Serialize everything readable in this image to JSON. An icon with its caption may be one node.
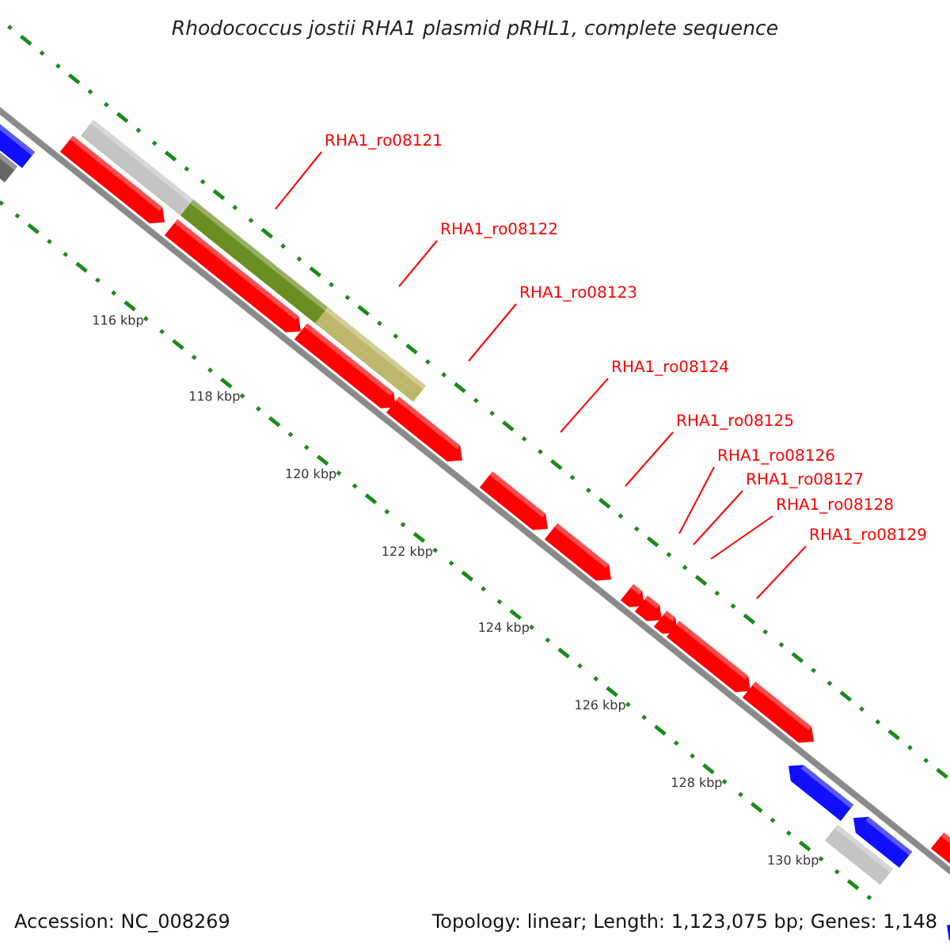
{
  "diagram": {
    "title": "Rhodococcus jostii RHA1 plasmid pRHL1, complete sequence",
    "nodes": [
      {
        "text": [
          "RHA1_ro08121"
        ]
      },
      {
        "text": [
          "RHA1_ro08122"
        ]
      },
      {
        "text": [
          "RHA1_ro08123"
        ]
      },
      {
        "text": [
          "RHA1_ro08124"
        ]
      },
      {
        "text": [
          "RHA1_ro08125"
        ]
      },
      {
        "text": [
          "RHA1_ro08126"
        ]
      },
      {
        "text": [
          "RHA1_ro08127"
        ]
      },
      {
        "text": [
          "RHA1_ro08128"
        ]
      },
      {
        "text": [
          "RHA1_ro08129"
        ]
      }
    ],
    "edges": [
      {
        "from": 0,
        "to": null,
        "arrow": "none"
      },
      {
        "from": 1,
        "to": null,
        "arrow": "none"
      },
      {
        "from": 2,
        "to": null,
        "arrow": "none"
      },
      {
        "from": 3,
        "to": null,
        "arrow": "none"
      },
      {
        "from": 4,
        "to": null,
        "arrow": "none"
      },
      {
        "from": 5,
        "to": null,
        "arrow": "none"
      },
      {
        "from": 6,
        "to": null,
        "arrow": "none"
      },
      {
        "from": 7,
        "to": null,
        "arrow": "none"
      },
      {
        "from": 8,
        "to": null,
        "arrow": "none"
      }
    ],
    "labels": [
      "116 kbp",
      "118 kbp",
      "120 kbp",
      "122 kbp",
      "124 kbp",
      "126 kbp",
      "128 kbp",
      "130 kbp",
      "Accession: NC_008269",
      "Topology: linear; Length: 1,123,075 bp; Genes: 1,148"
    ]
  }
}
